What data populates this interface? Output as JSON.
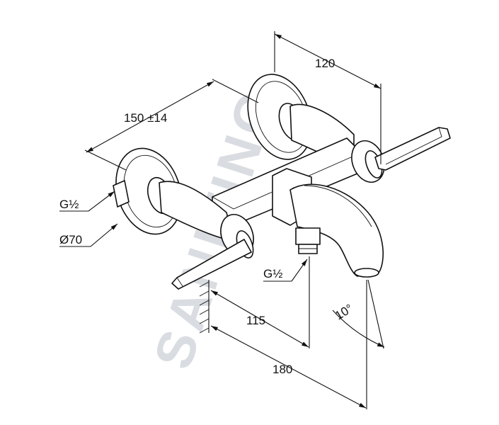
{
  "watermark": "SANITINO",
  "dimensions": {
    "top_width": "120",
    "spacing": "150 ±14",
    "thread_left": "G½",
    "diameter": "Ø70",
    "thread_outlet": "G½",
    "projection_short": "115",
    "projection_long": "180",
    "angle": "10°"
  },
  "colors": {
    "line": "#111111",
    "watermark": "#d9dde2"
  }
}
